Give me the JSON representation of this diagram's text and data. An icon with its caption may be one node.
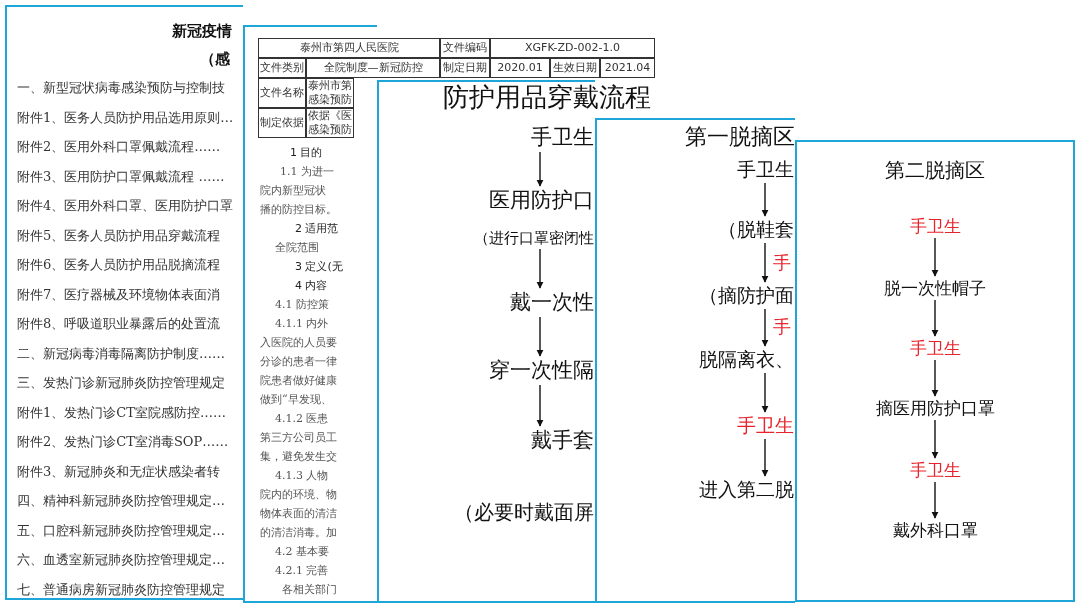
{
  "diagram": {
    "nodes": [
      {
        "text": [
          "新冠疫情",
          "（感",
          "一、新型冠状病毒感染预防与控制技",
          "附件1、医务人员防护用品选用原则…",
          "附件2、医用外科口罩佩戴流程……",
          "附件3、医用防护口罩佩戴流程 ……",
          "附件4、医用外科口罩、医用防护口罩",
          "附件5、医务人员防护用品穿戴流程",
          "附件6、医务人员防护用品脱摘流程",
          "附件7、医疗器械及环境物体表面消",
          "附件8、呼吸道职业暴露后的处置流",
          "二、新冠病毒消毒隔离防护制度……",
          "三、发热门诊新冠肺炎防控管理规定",
          "附件1、发热门诊CT室院感防控……",
          "附件2、发热门诊CT室消毒SOP……",
          "附件3、新冠肺炎和无症状感染者转",
          "四、精神科新冠肺炎防控管理规定…",
          "五、口腔科新冠肺炎防控管理规定…",
          "六、血透室新冠肺炎防控管理规定…",
          "七、普通病房新冠肺炎防控管理规定"
        ]
      },
      {
        "text": [
          "泰州市第四人民医院",
          "文件编码",
          "文件类别",
          "全院制度—新冠防控",
          "制定日期",
          "文件名称",
          "泰州市第感染预防",
          "制定依据",
          "依据《医感染预防",
          "1 目的",
          "1.1 为进一",
          "院内新型冠状",
          "播的防控目标。",
          "2 适用范",
          "全院范围",
          "3 定义(无",
          "4 内容",
          "4.1 防控策",
          "4.1.1 内外",
          "入医院的人员要",
          "分诊的患者一律",
          "院患者做好健康",
          "做到“早发现、",
          "4.1.2 医患",
          "第三方公司员工",
          "集，避免发生交",
          "4.1.3 人物",
          "院内的环境、物",
          "物体表面的清洁",
          "的清洁消毒。加",
          "4.2 基本要",
          "4.2.1 完善",
          "各相关部门"
        ]
      },
      {
        "text": [
          "防护用品穿戴流程",
          "（必要时戴面屏"
        ]
      },
      {
        "text": [
          "手卫生"
        ],
        "in": 2
      },
      {
        "text": [
          "医用防护口",
          "（进行口罩密闭性"
        ],
        "in": 2
      },
      {
        "text": [
          "戴一次性"
        ],
        "in": 2
      },
      {
        "text": [
          "穿一次性隔"
        ],
        "in": 2
      },
      {
        "text": [
          "戴手套"
        ],
        "in": 2
      },
      {
        "text": [
          "第一脱摘区",
          "手",
          "手"
        ]
      },
      {
        "text": [
          "手卫生"
        ],
        "in": 8
      },
      {
        "text": [
          "（脱鞋套"
        ],
        "in": 8
      },
      {
        "text": [
          "（摘防护面"
        ],
        "in": 8
      },
      {
        "text": [
          "脱隔离衣、"
        ],
        "in": 8
      },
      {
        "text": [
          "手卫生"
        ],
        "in": 8
      },
      {
        "text": [
          "进入第二脱"
        ],
        "in": 8
      },
      {
        "text": [
          "第二脱摘区"
        ]
      },
      {
        "text": [
          "手卫生"
        ],
        "in": 15
      },
      {
        "text": [
          "脱一次性帽子"
        ],
        "in": 15
      },
      {
        "text": [
          "手卫生"
        ],
        "in": 15
      },
      {
        "text": [
          "摘医用防护口罩"
        ],
        "in": 15
      },
      {
        "text": [
          "手卫生"
        ],
        "in": 15
      },
      {
        "text": [
          "戴外科口罩"
        ],
        "in": 15
      }
    ],
    "edges": [
      {
        "from": 3,
        "to": 4,
        "arrow": "to"
      },
      {
        "from": 4,
        "to": 5,
        "arrow": "to"
      },
      {
        "from": 5,
        "to": 6,
        "arrow": "to"
      },
      {
        "from": 6,
        "to": 7,
        "arrow": "to"
      },
      {
        "from": 9,
        "to": 10,
        "arrow": "to"
      },
      {
        "from": 10,
        "to": 11,
        "arrow": "to"
      },
      {
        "from": 11,
        "to": 12,
        "arrow": "to"
      },
      {
        "from": 12,
        "to": 13,
        "arrow": "to"
      },
      {
        "from": 13,
        "to": 14,
        "arrow": "to"
      },
      {
        "from": 16,
        "to": 17,
        "arrow": "to"
      },
      {
        "from": 17,
        "to": 18,
        "arrow": "to"
      },
      {
        "from": 18,
        "to": 19,
        "arrow": "to"
      },
      {
        "from": 19,
        "to": 20,
        "arrow": "to"
      },
      {
        "from": 20,
        "to": 21,
        "arrow": "to"
      }
    ],
    "labels": [
      "XGFK-ZD-002-1.0",
      "2020.01",
      "生效日期",
      "2021.04"
    ]
  }
}
